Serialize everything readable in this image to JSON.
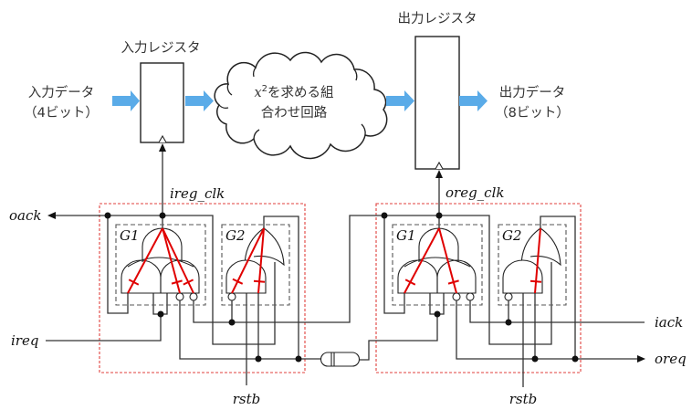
{
  "datapath": {
    "input_data": {
      "line1": "入力データ",
      "line2": "（4ビット）"
    },
    "input_register": {
      "label": "入力レジスタ"
    },
    "combinational_circuit": {
      "variable": "x",
      "exponent": "2",
      "line1": "を求める組",
      "line2": "合わせ回路"
    },
    "output_register": {
      "label": "出力レジスタ"
    },
    "output_data": {
      "line1": "出力データ",
      "line2": "（8ビット）"
    }
  },
  "controllers": {
    "input_side": {
      "clock_signal": "ireg_clk",
      "gates": [
        "G1",
        "G2"
      ],
      "reset": "rstb"
    },
    "output_side": {
      "clock_signal": "oreg_clk",
      "gates": [
        "G1",
        "G2"
      ],
      "reset": "rstb"
    }
  },
  "ports": {
    "oack": "oack",
    "ireq": "ireq",
    "iack": "iack",
    "oreq": "oreq"
  },
  "colors": {
    "data_arrow": "#5aabe8",
    "controller_boundary": "#e0403c",
    "active_path": "#e00000",
    "gate_group_boundary": "#555555"
  },
  "icons": {
    "data_arrow": "right-arrow",
    "delay_element": "capsule",
    "junction": "filled-dot",
    "inverter_bubble": "open-circle"
  }
}
